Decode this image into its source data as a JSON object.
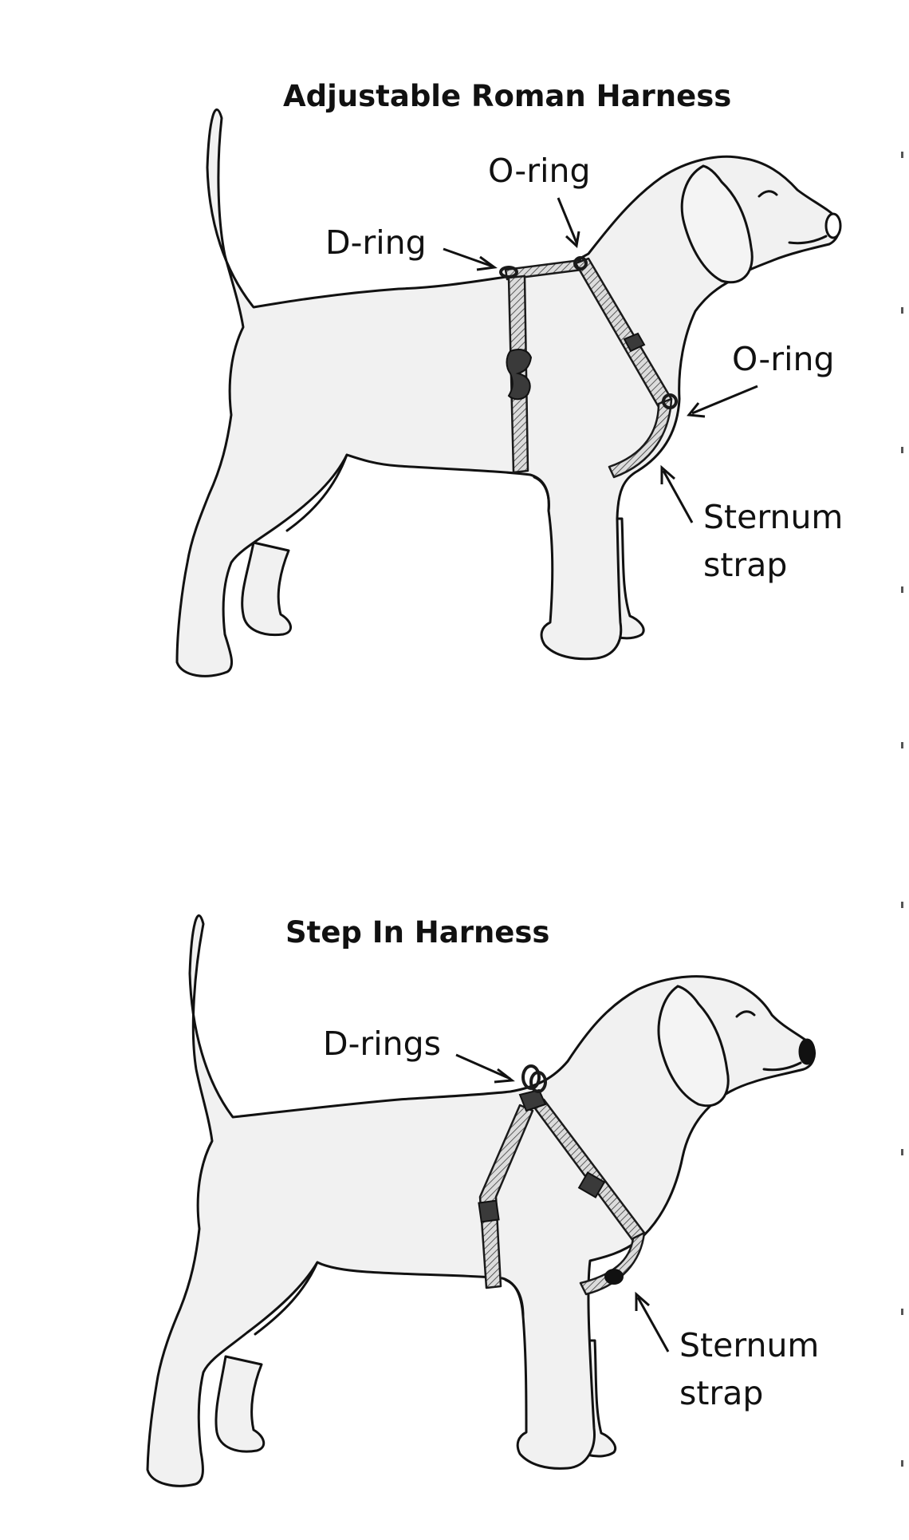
{
  "figure_top": {
    "title": "Adjustable Roman Harness",
    "labels": {
      "o_ring_top": "O-ring",
      "d_ring": "D-ring",
      "o_ring_chest": "O-ring",
      "sternum_line1": "Sternum",
      "sternum_line2": "strap"
    }
  },
  "figure_bottom": {
    "title": "Step In Harness",
    "labels": {
      "d_rings": "D-rings",
      "sternum_line1": "Sternum",
      "sternum_line2": "strap"
    }
  },
  "colors": {
    "line": "#111111",
    "dog_fill": "#f1f1f1",
    "strap_fill": "#d8d8d8",
    "background": "#ffffff"
  }
}
